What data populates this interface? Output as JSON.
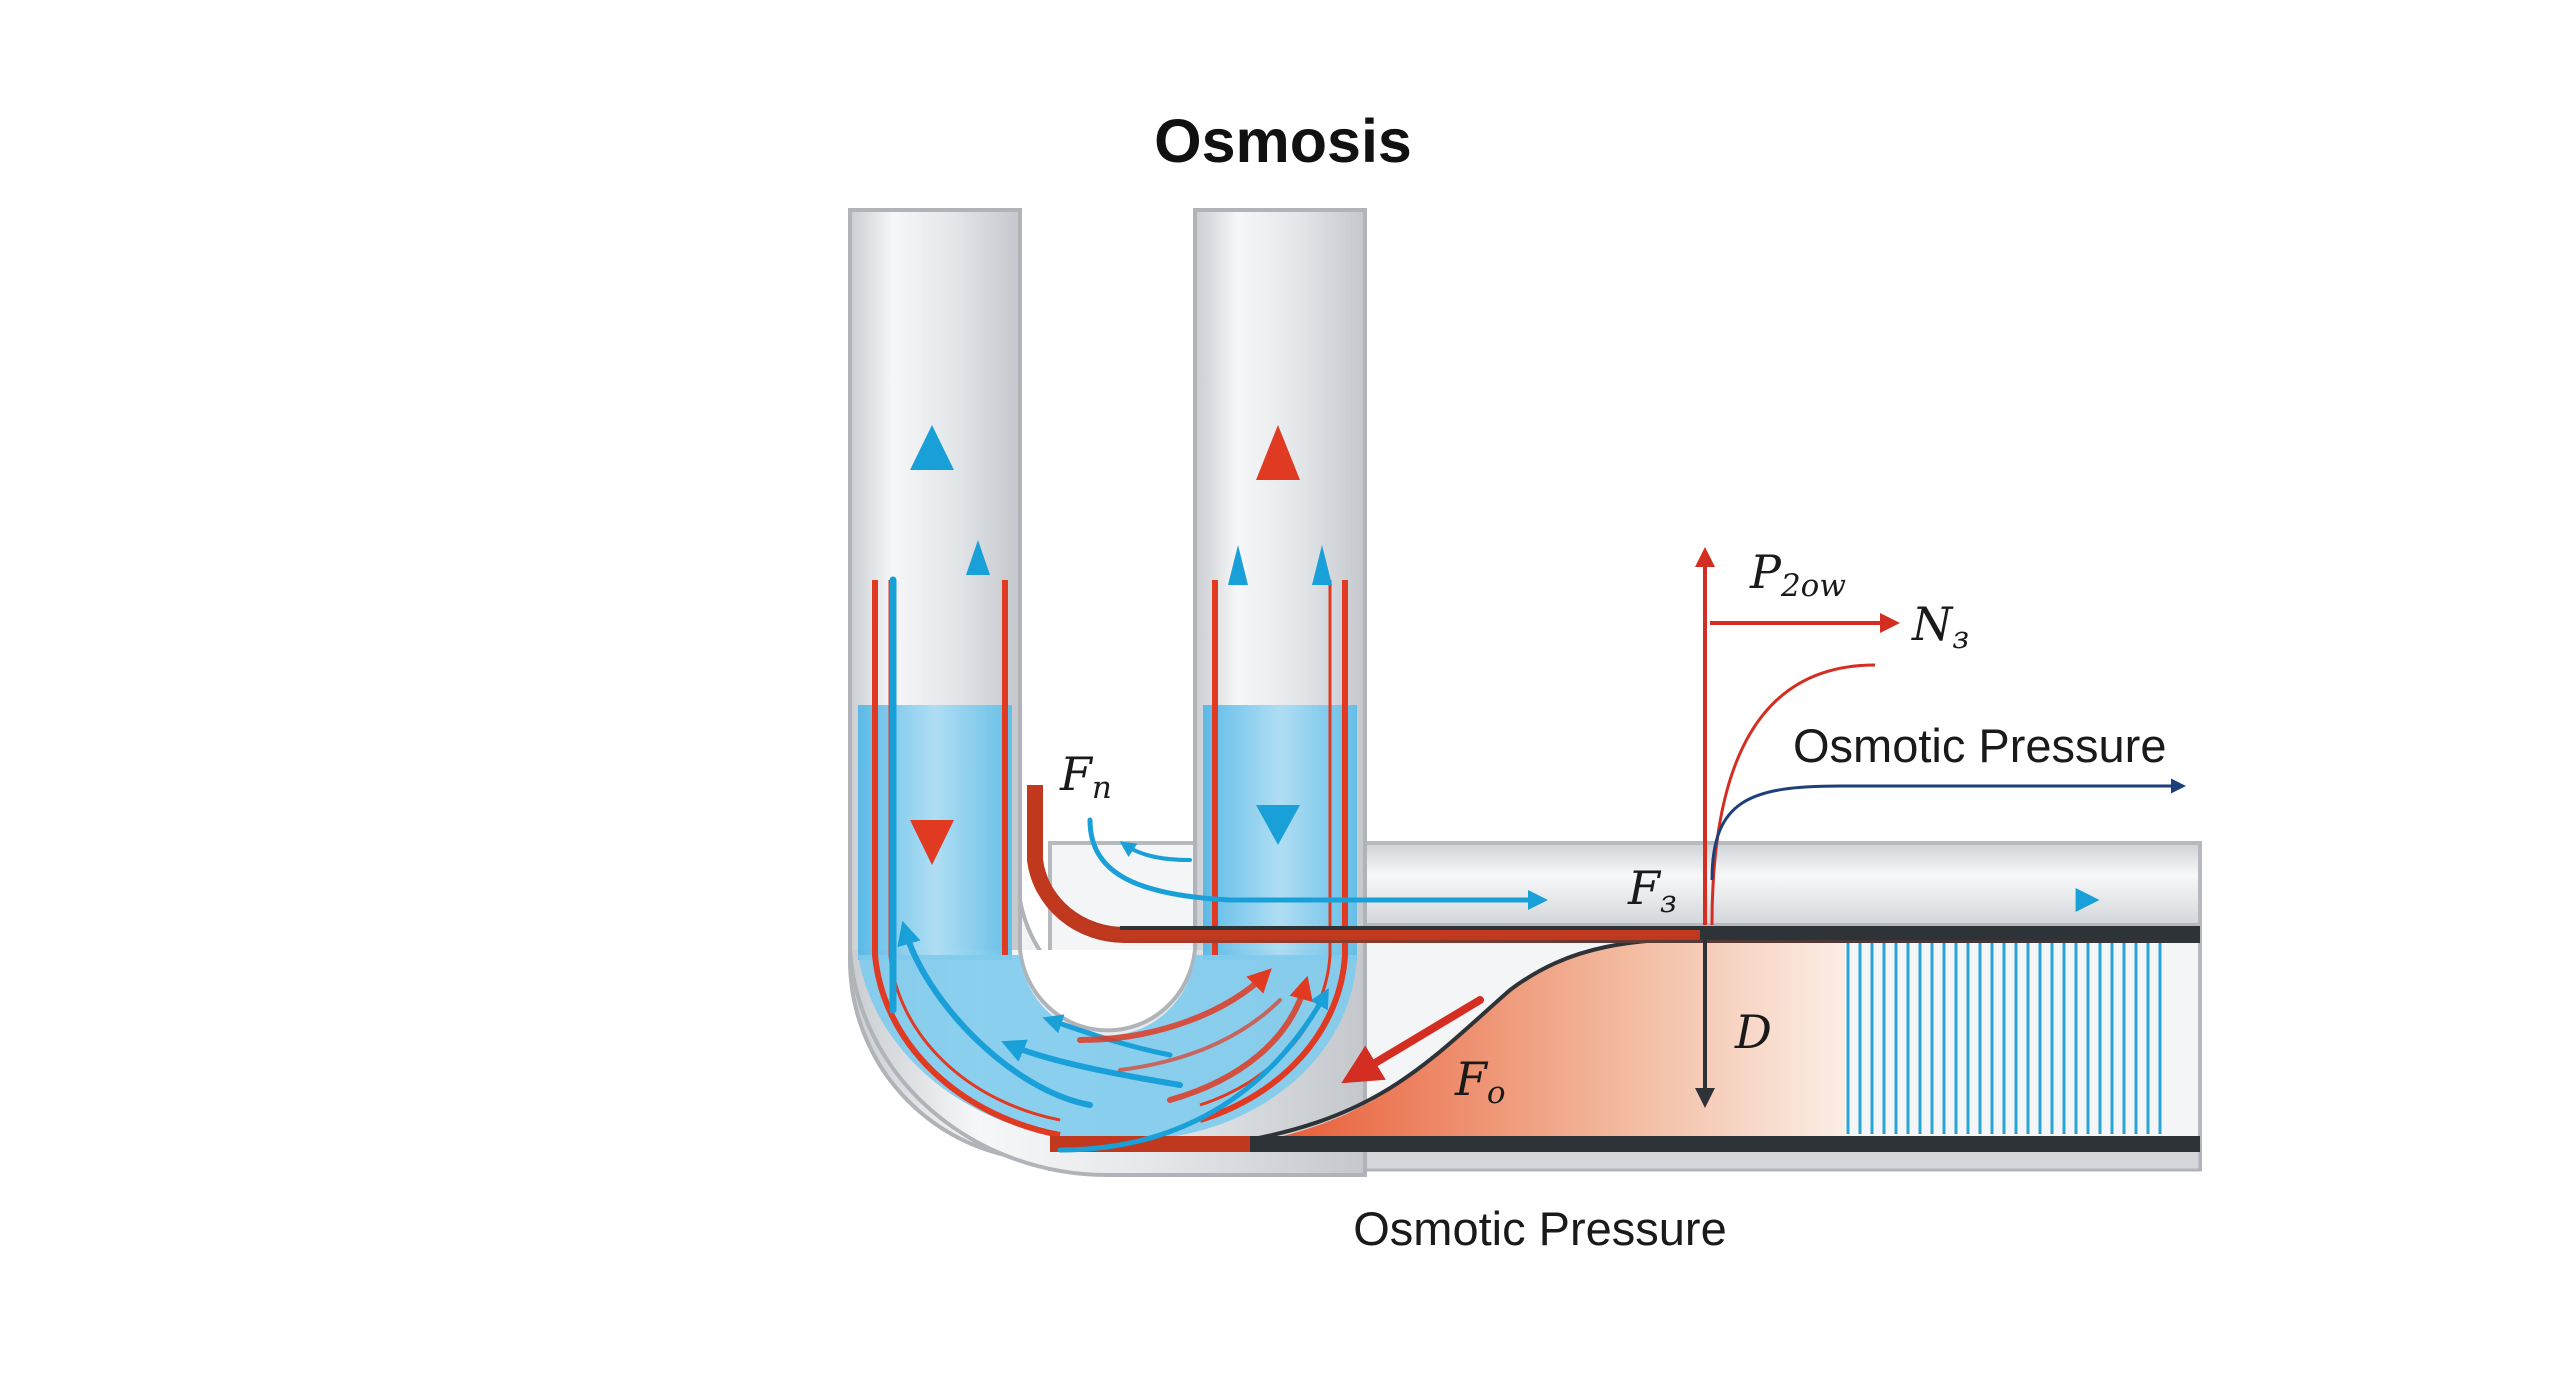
{
  "title": "Osmosis",
  "labels": {
    "pressure_axis": "P",
    "pressure_axis_sub": "2ow",
    "flux_axis": "N",
    "flux_axis_sub": "з",
    "osmotic_pressure_curve": "Osmotic Pressure",
    "force_n": "F",
    "force_n_sub": "n",
    "force_s": "F",
    "force_s_sub": "з",
    "force_o": "F",
    "force_o_sub": "o",
    "distance": "D",
    "caption": "Osmotic Pressure"
  },
  "colors": {
    "water": "#5cc0ea",
    "solute_arrow": "#e03a22",
    "water_arrow": "#1aa0d8",
    "membrane": "#2e3338",
    "curve_navy": "#1d3f7a",
    "tube_glass": "#dcdfe2"
  }
}
